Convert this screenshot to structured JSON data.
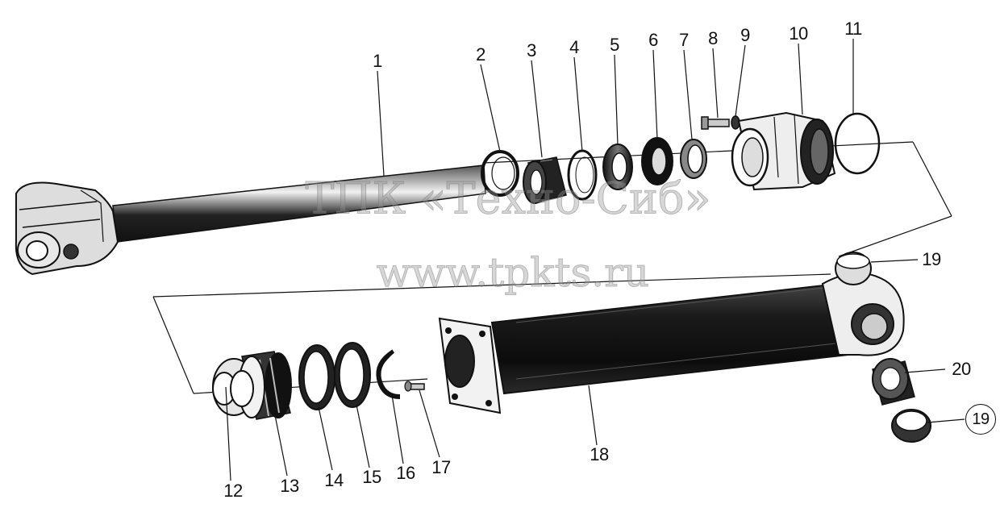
{
  "diagram": {
    "callouts": [
      {
        "id": "1",
        "label": "1",
        "circled": false
      },
      {
        "id": "2",
        "label": "2",
        "circled": false
      },
      {
        "id": "3",
        "label": "3",
        "circled": false
      },
      {
        "id": "4",
        "label": "4",
        "circled": false
      },
      {
        "id": "5",
        "label": "5",
        "circled": false
      },
      {
        "id": "6",
        "label": "6",
        "circled": false
      },
      {
        "id": "7",
        "label": "7",
        "circled": false
      },
      {
        "id": "8",
        "label": "8",
        "circled": false
      },
      {
        "id": "9",
        "label": "9",
        "circled": false
      },
      {
        "id": "10",
        "label": "10",
        "circled": false
      },
      {
        "id": "11",
        "label": "11",
        "circled": false
      },
      {
        "id": "12",
        "label": "12",
        "circled": false
      },
      {
        "id": "13",
        "label": "13",
        "circled": false
      },
      {
        "id": "14",
        "label": "14",
        "circled": false
      },
      {
        "id": "15",
        "label": "15",
        "circled": false
      },
      {
        "id": "16",
        "label": "16",
        "circled": false
      },
      {
        "id": "17",
        "label": "17",
        "circled": false
      },
      {
        "id": "18",
        "label": "18",
        "circled": false
      },
      {
        "id": "19a",
        "label": "19",
        "circled": false
      },
      {
        "id": "20",
        "label": "20",
        "circled": false
      },
      {
        "id": "19b",
        "label": "19",
        "circled": true
      }
    ]
  },
  "watermark": {
    "line1": "ТПК «Техно-Сиб»",
    "line2": "www.tpkts.ru"
  },
  "colors": {
    "ink": "#111111",
    "watermark": "#969696"
  }
}
